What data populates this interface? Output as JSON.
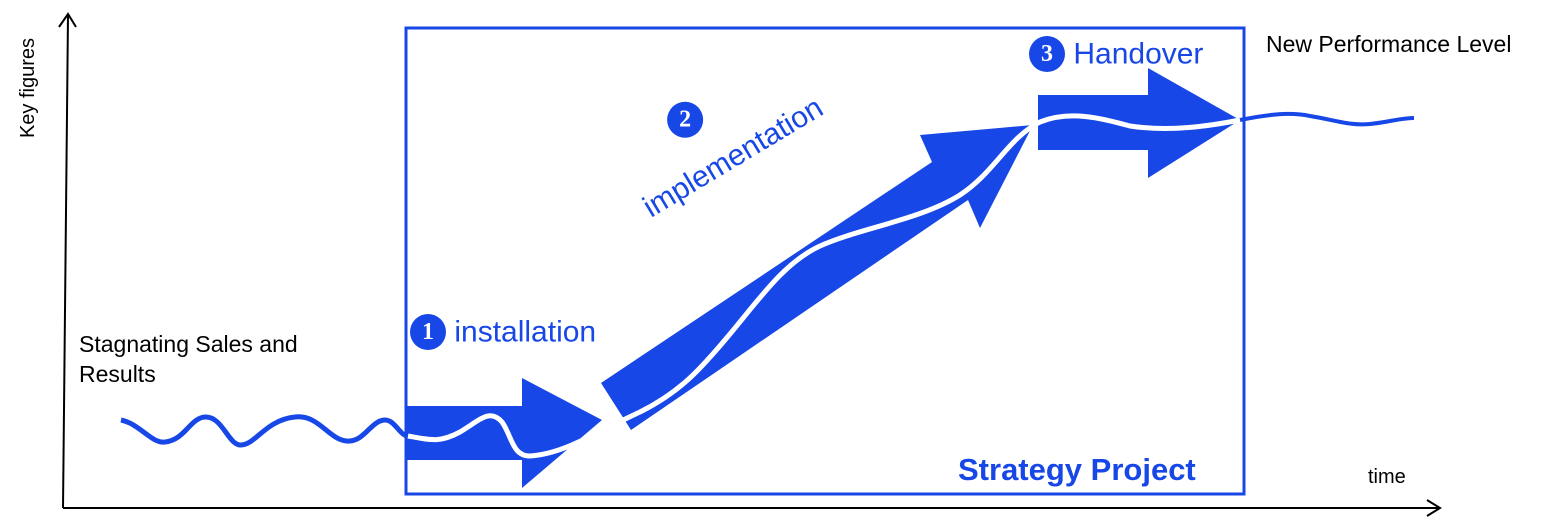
{
  "axes": {
    "y_label": "Key figures",
    "x_label": "time"
  },
  "labels": {
    "start": "Stagnating Sales and Results",
    "end": "New Performance Level",
    "project": "Strategy Project"
  },
  "phases": [
    {
      "number": "1",
      "label": "installation"
    },
    {
      "number": "2",
      "label": "implementation"
    },
    {
      "number": "3",
      "label": "Handover"
    }
  ],
  "colors": {
    "accent": "#1747e6",
    "curve_highlight": "#ffffff",
    "axis": "#000000"
  }
}
